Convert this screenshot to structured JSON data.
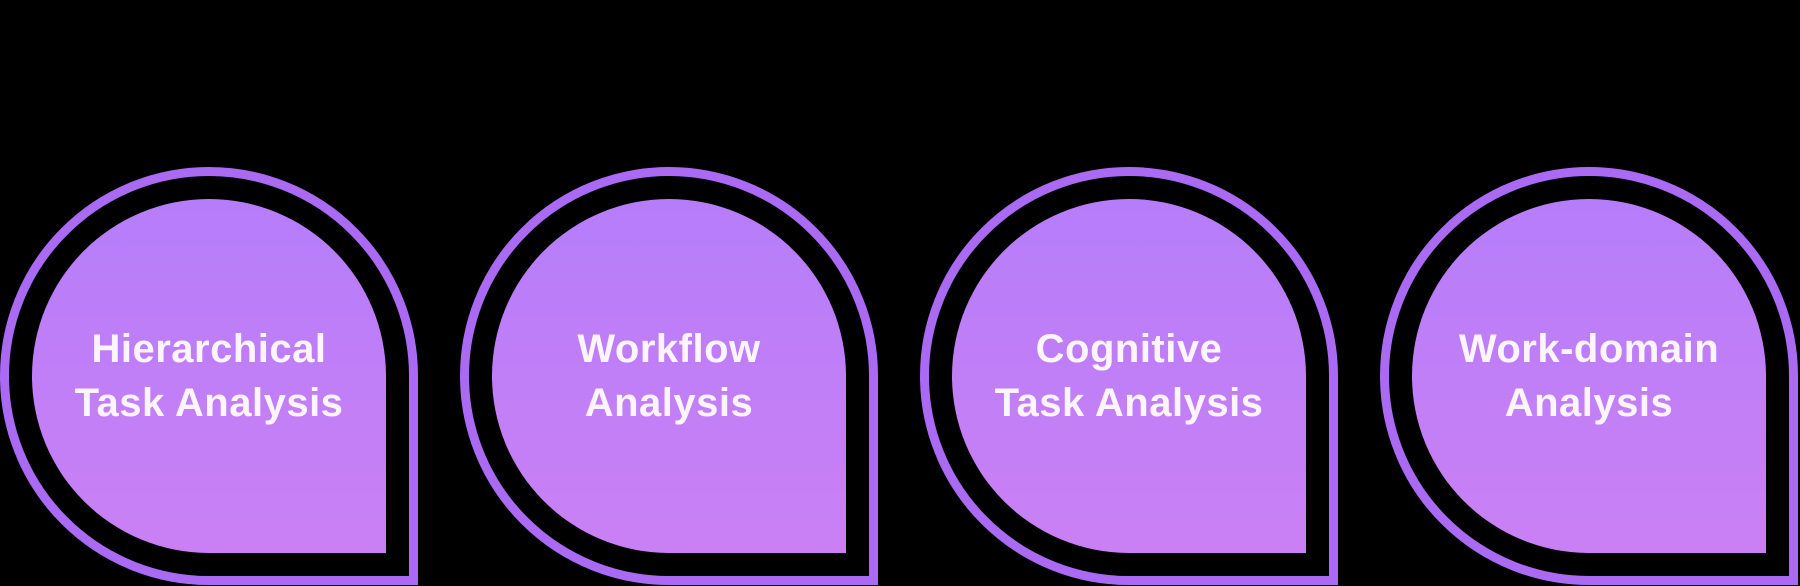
{
  "diagram": {
    "nodes": [
      {
        "label_line1": "Hierarchical",
        "label_line2": "Task Analysis"
      },
      {
        "label_line1": "Workflow",
        "label_line2": "Analysis"
      },
      {
        "label_line1": "Cognitive",
        "label_line2": "Task Analysis"
      },
      {
        "label_line1": "Work-domain",
        "label_line2": "Analysis"
      }
    ]
  },
  "colors": {
    "background": "#000000",
    "ring": "#ab6af4",
    "bubble_gradient_top": "#b67dfa",
    "bubble_gradient_bottom": "#ca80f4",
    "text": "#fcf5ff"
  }
}
